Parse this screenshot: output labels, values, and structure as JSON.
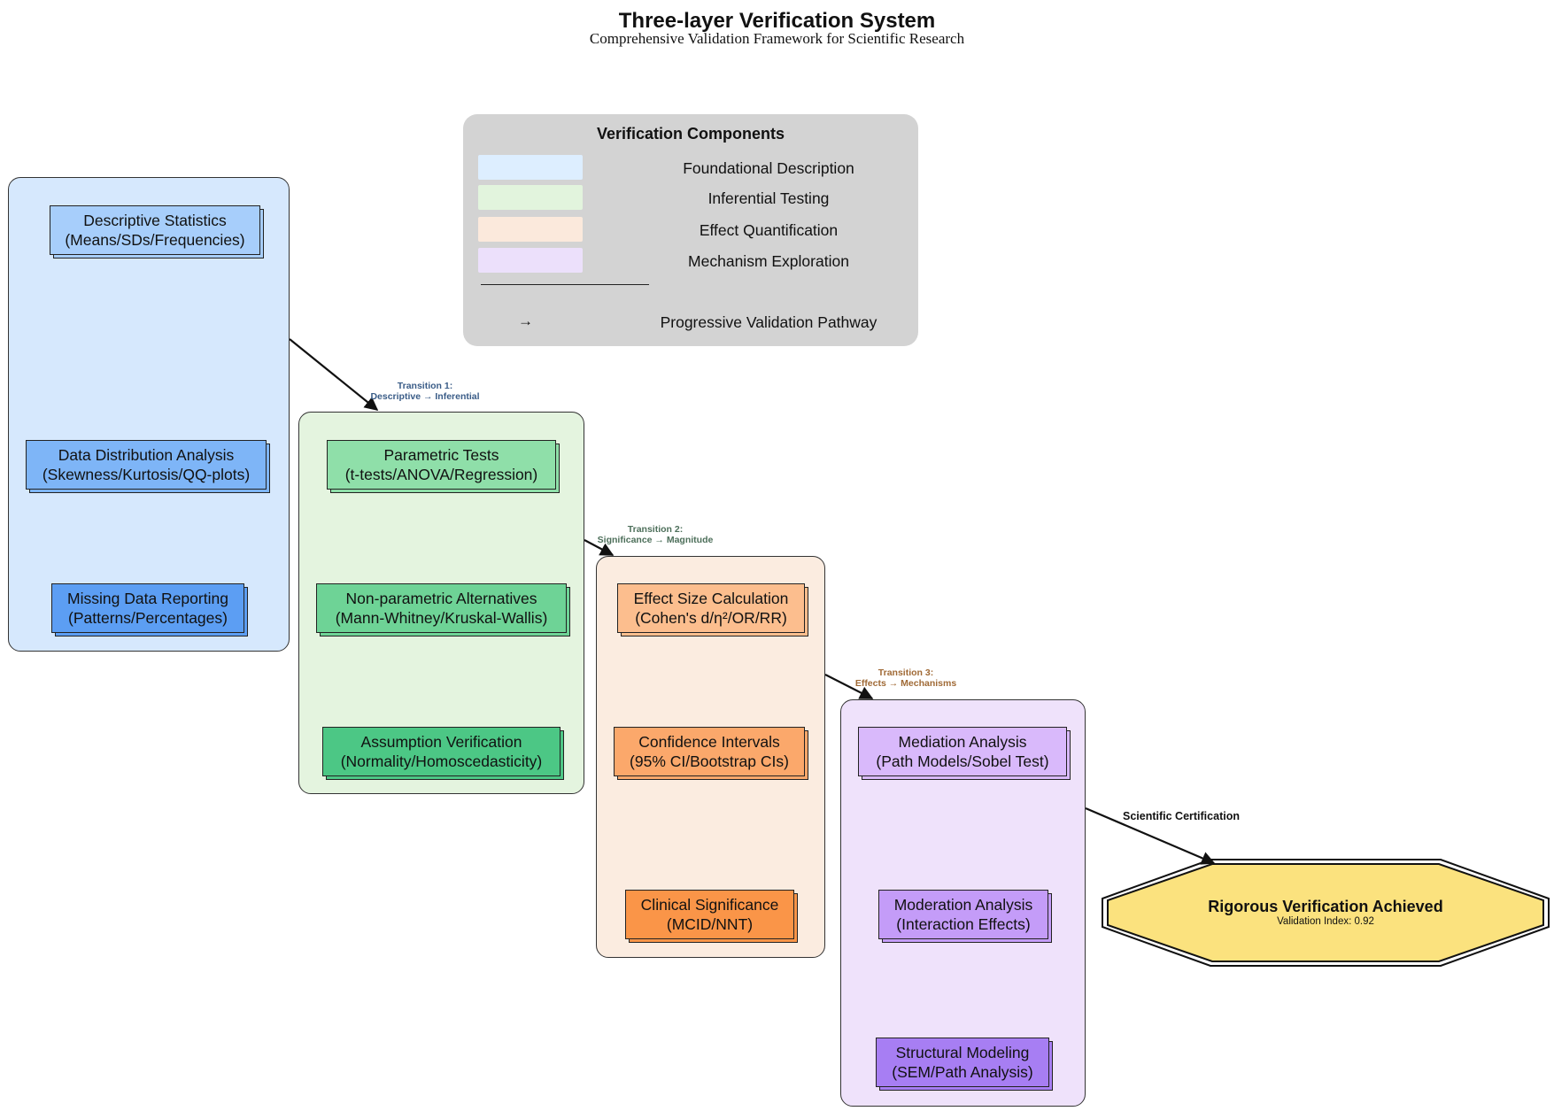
{
  "title": "Three-layer Verification System",
  "subtitle": "Comprehensive Validation Framework for Scientific Research",
  "legend": {
    "title": "Verification Components",
    "items": [
      {
        "label": "Foundational Description",
        "color": "#ddeeff"
      },
      {
        "label": "Inferential Testing",
        "color": "#e2f4dd"
      },
      {
        "label": "Effect Quantification",
        "color": "#fbe9dc"
      },
      {
        "label": "Mechanism Exploration",
        "color": "#ece0fb"
      }
    ],
    "arrow_symbol": "→",
    "arrow_label": "Progressive Validation Pathway"
  },
  "layers": [
    {
      "fill": "#d6e8fd",
      "boxes": [
        {
          "line1": "Descriptive Statistics",
          "line2": "(Means/SDs/Frequencies)",
          "color": "#a7cefb"
        },
        {
          "line1": "Data Distribution Analysis",
          "line2": "(Skewness/Kurtosis/QQ-plots)",
          "color": "#7eb5f7"
        },
        {
          "line1": "Missing Data Reporting",
          "line2": "(Patterns/Percentages)",
          "color": "#5c9ef3"
        }
      ]
    },
    {
      "fill": "#e4f4df",
      "boxes": [
        {
          "line1": "Parametric Tests",
          "line2": "(t-tests/ANOVA/Regression)",
          "color": "#8fdfa9"
        },
        {
          "line1": "Non-parametric Alternatives",
          "line2": "(Mann-Whitney/Kruskal-Wallis)",
          "color": "#6ed396"
        },
        {
          "line1": "Assumption Verification",
          "line2": "(Normality/Homoscedasticity)",
          "color": "#4cc785"
        }
      ]
    },
    {
      "fill": "#fbece0",
      "boxes": [
        {
          "line1": "Effect Size Calculation",
          "line2": "(Cohen's d/η²/OR/RR)",
          "color": "#fcbe8e"
        },
        {
          "line1": "Confidence Intervals",
          "line2": "(95% CI/Bootstrap CIs)",
          "color": "#fba86b"
        },
        {
          "line1": "Clinical Significance",
          "line2": "(MCID/NNT)",
          "color": "#fa9548"
        }
      ]
    },
    {
      "fill": "#efe2fb",
      "boxes": [
        {
          "line1": "Mediation Analysis",
          "line2": "(Path Models/Sobel Test)",
          "color": "#d9b9fb"
        },
        {
          "line1": "Moderation Analysis",
          "line2": "(Interaction Effects)",
          "color": "#c49cf8"
        },
        {
          "line1": "Structural Modeling",
          "line2": "(SEM/Path Analysis)",
          "color": "#a77ef3"
        }
      ]
    }
  ],
  "transitions": [
    {
      "name": "Transition 1:",
      "desc": "Descriptive → Inferential",
      "color": "#3a5c87"
    },
    {
      "name": "Transition 2:",
      "desc": "Significance → Magnitude",
      "color": "#4d6f5a"
    },
    {
      "name": "Transition 3:",
      "desc": "Effects → Mechanisms",
      "color": "#a06a36"
    }
  ],
  "final": {
    "arrow_label": "Scientific Certification",
    "title": "Rigorous Verification Achieved",
    "index_label": "Validation Index: 0.92",
    "color": "#fbe27e"
  }
}
